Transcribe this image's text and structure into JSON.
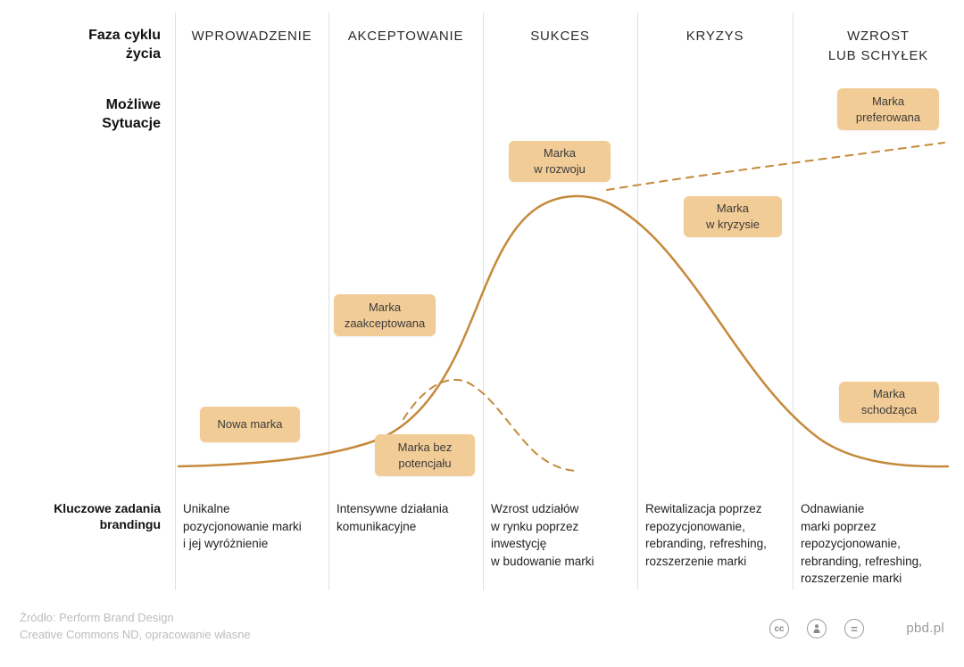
{
  "left_labels": {
    "phase": "Faza cyklu\nżycia",
    "situations": "Możliwe\nSytuacje",
    "tasks": "Kluczowe zadania\nbrandingu"
  },
  "columns": [
    {
      "header": "WPROWADZENIE",
      "task": "Unikalne\npozycjonowanie marki\ni jej wyróżnienie"
    },
    {
      "header": "AKCEPTOWANIE",
      "task": "Intensywne działania\nkomunikacyjne"
    },
    {
      "header": "SUKCES",
      "task": "Wzrost udziałów\nw rynku poprzez\ninwestycję\nw budowanie marki"
    },
    {
      "header": "KRYZYS",
      "task": "Rewitalizacja poprzez\nrepozycjonowanie,\nrebranding, refreshing,\nrozszerzenie marki"
    },
    {
      "header": "WZROST\nLUB SCHYŁEK",
      "task": "Odnawianie\nmarki poprzez\nrepozycjonowanie,\nrebranding, refreshing,\nrozszerzenie marki"
    }
  ],
  "boxes": [
    {
      "label": "Nowa marka"
    },
    {
      "label": "Marka\nzaakceptowana"
    },
    {
      "label": "Marka bez\npotencjału"
    },
    {
      "label": "Marka\nw rozwoju"
    },
    {
      "label": "Marka\nw kryzysie"
    },
    {
      "label": "Marka\npreferowana"
    },
    {
      "label": "Marka\nschodząca"
    }
  ],
  "footer": {
    "source": "Źródło: Perform Brand Design\nCreative Commons ND, opracowanie własne",
    "license_cc": "cc",
    "license_nd": "=",
    "site": "pbd.pl"
  },
  "colors": {
    "curve": "#c5893b",
    "box_fill": "#f2cc96",
    "divider": "#e0e0e0"
  }
}
